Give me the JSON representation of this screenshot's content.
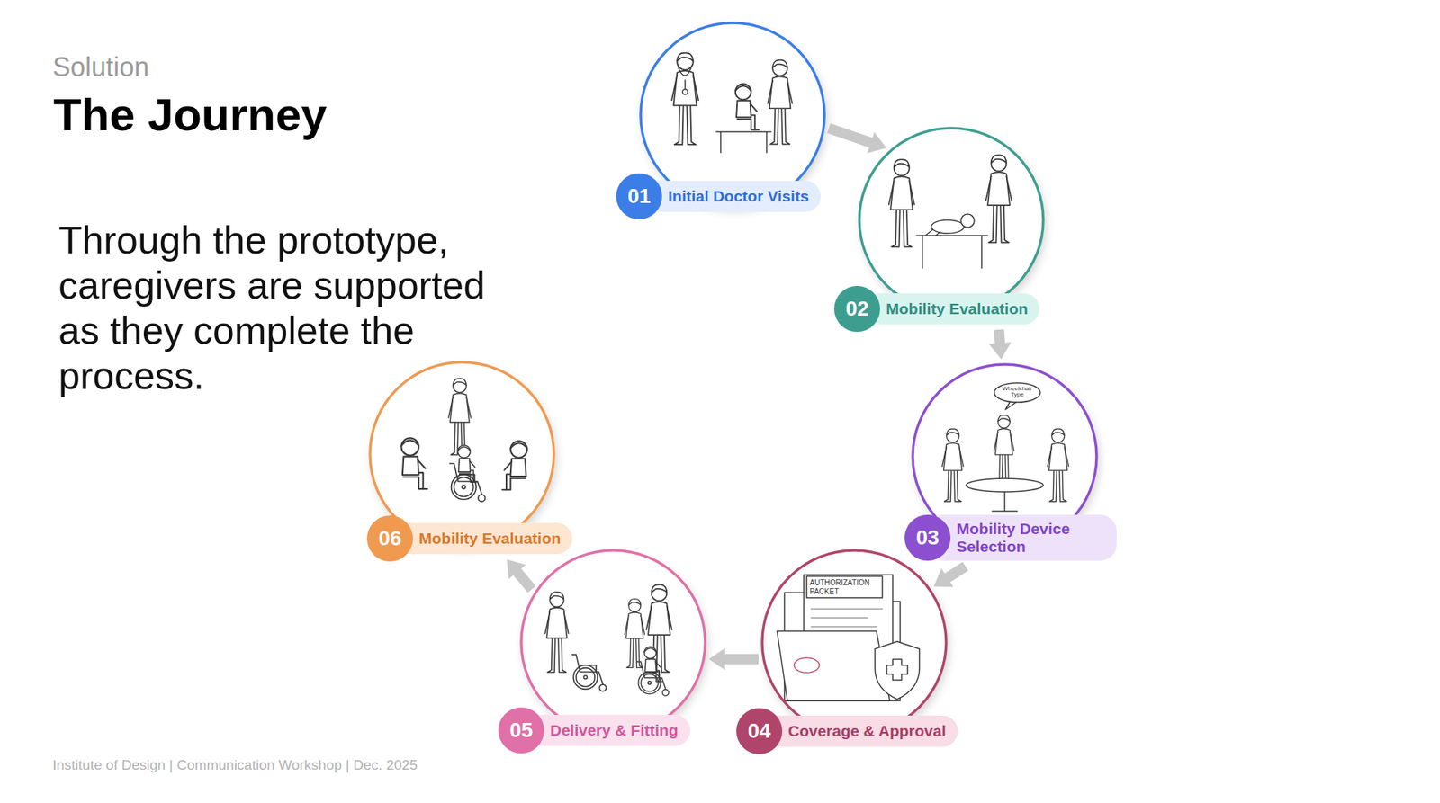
{
  "diagram": {
    "title": "The Journey",
    "nodes": [
      {
        "text": [
          "01",
          "Initial Doctor Visits"
        ]
      },
      {
        "text": [
          "02",
          "Mobility Evaluation"
        ]
      },
      {
        "text": [
          "03",
          "Mobility Device Selection"
        ]
      },
      {
        "text": [
          "04",
          "Coverage & Approval"
        ]
      },
      {
        "text": [
          "05",
          "Delivery & Fitting"
        ]
      },
      {
        "text": [
          "06",
          "Mobility Evaluation"
        ]
      }
    ],
    "edges": [
      {
        "from": 0,
        "to": 1,
        "arrow": "to"
      },
      {
        "from": 1,
        "to": 2,
        "arrow": "to"
      },
      {
        "from": 2,
        "to": 3,
        "arrow": "to"
      },
      {
        "from": 3,
        "to": 4,
        "arrow": "to"
      },
      {
        "from": 4,
        "to": 5,
        "arrow": "to"
      }
    ],
    "labels": [
      "Solution",
      "Through the prototype, caregivers are supported as they complete the process.",
      "Wheelchair Type",
      "AUTHORIZATION PACKET",
      "Institute of Design | Communication Workshop | Dec. 2025"
    ]
  }
}
